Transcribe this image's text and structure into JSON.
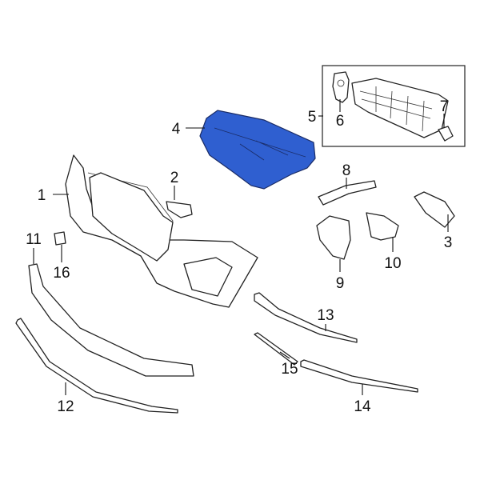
{
  "diagram": {
    "highlight_color": "#2f5fd0",
    "highlighted_part": "4",
    "callouts": [
      "1",
      "2",
      "3",
      "4",
      "5",
      "6",
      "7",
      "8",
      "9",
      "10",
      "11",
      "12",
      "13",
      "14",
      "15",
      "16"
    ]
  }
}
